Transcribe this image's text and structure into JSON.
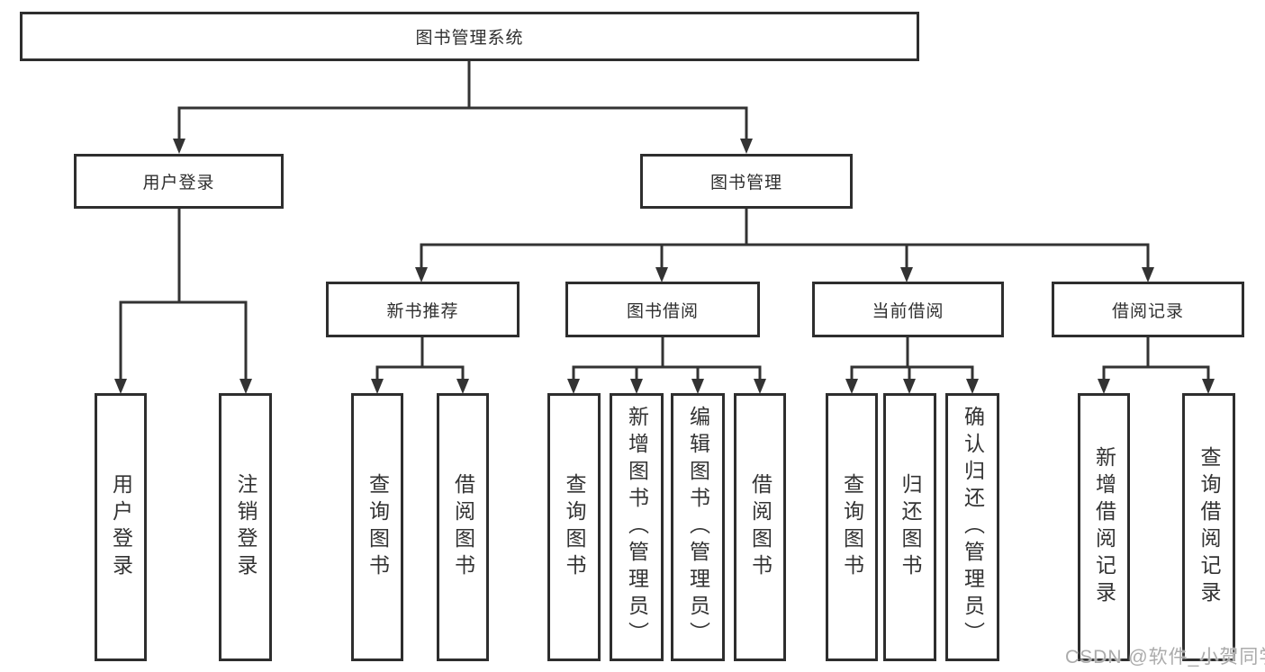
{
  "diagram": {
    "root": {
      "label": "图书管理系统"
    },
    "branches": {
      "user_login": {
        "label": "用户登录",
        "children": [
          "用户登录",
          "注销登录"
        ]
      },
      "book_mgmt": {
        "label": "图书管理",
        "sections": {
          "new_books": {
            "label": "新书推荐",
            "children": [
              "查询图书",
              "借阅图书"
            ]
          },
          "borrowing": {
            "label": "图书借阅",
            "children": [
              "查询图书",
              "新增图书（管理员）",
              "编辑图书（管理员）",
              "借阅图书"
            ]
          },
          "current": {
            "label": "当前借阅",
            "children": [
              "查询图书",
              "归还图书",
              "确认归还（管理员）"
            ]
          },
          "records": {
            "label": "借阅记录",
            "children": [
              "新增借阅记录",
              "查询借阅记录"
            ]
          }
        }
      }
    }
  },
  "colors": {
    "background": "#ffffff",
    "line": "#333333",
    "box_border": "#2e2e2e",
    "text": "#333333",
    "watermark": "#ababab"
  },
  "watermark": {
    "text": "CSDN @软件_小贺同学"
  }
}
